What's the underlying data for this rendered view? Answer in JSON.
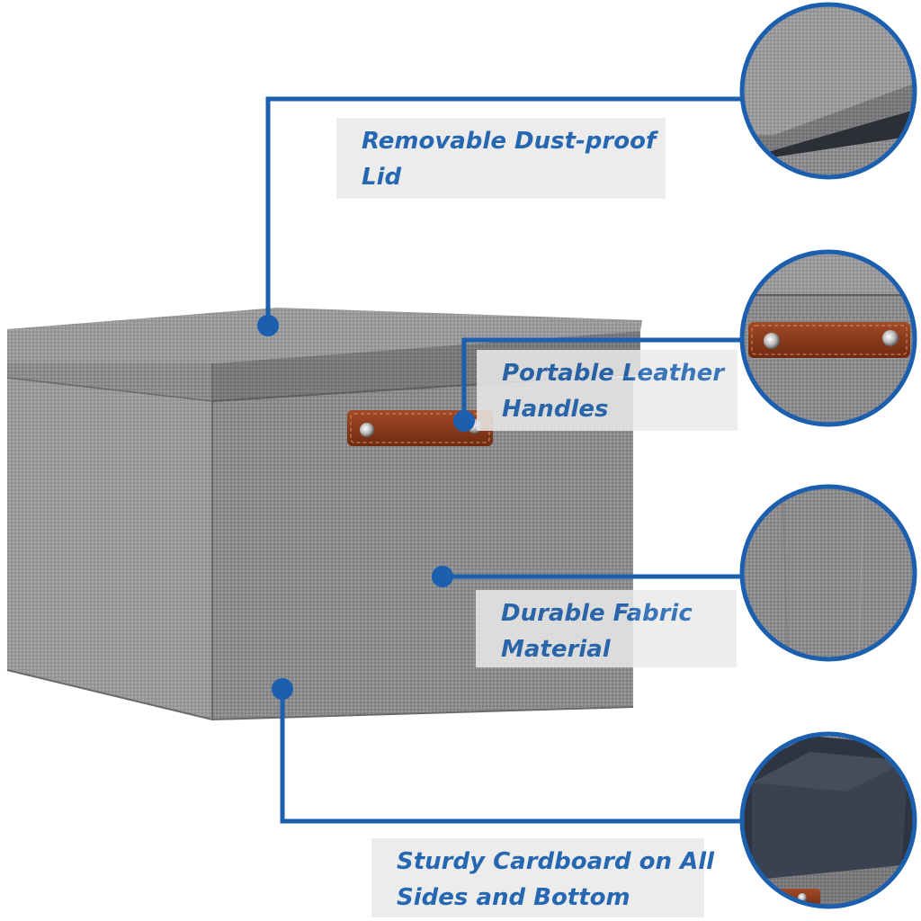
{
  "callouts": [
    {
      "line1": "Removable Dust-proof",
      "line2": "Lid",
      "icon": "lid-closeup"
    },
    {
      "line1": "Portable Leather",
      "line2": "Handles",
      "icon": "handle-closeup"
    },
    {
      "line1": "Durable Fabric",
      "line2": "Material",
      "icon": "fabric-closeup"
    },
    {
      "line1": "Sturdy Cardboard on All",
      "line2": "Sides and Bottom",
      "icon": "interior-closeup"
    }
  ],
  "colors": {
    "accent": "#1b5fae",
    "fabric": "#8a8a8c",
    "leather": "#8b3a1f",
    "label_bg": "#ebebeb"
  }
}
